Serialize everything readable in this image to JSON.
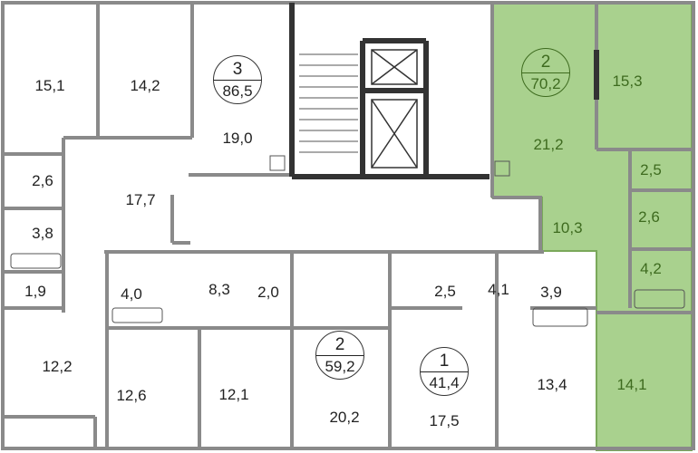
{
  "colors": {
    "selected_fill": "#a9d18e",
    "selected_text": "#3e6b1f",
    "wall": "#8a8a8a",
    "wall_dark": "#333333"
  },
  "apartments": [
    {
      "rooms": "3",
      "area": "86,5",
      "selected": false
    },
    {
      "rooms": "2",
      "area": "59,2",
      "selected": false
    },
    {
      "rooms": "1",
      "area": "41,4",
      "selected": false
    },
    {
      "rooms": "2",
      "area": "70,2",
      "selected": true
    }
  ],
  "room_areas": {
    "a3": [
      "15,1",
      "14,2",
      "19,0",
      "17,7",
      "2,6",
      "3,8",
      "1,9"
    ],
    "left": [
      "12,2"
    ],
    "a2_592": [
      "4,0",
      "8,3",
      "2,0",
      "12,6",
      "12,1",
      "20,2"
    ],
    "a1": [
      "2,5",
      "4,1",
      "17,5"
    ],
    "right": [
      "3,9",
      "13,4"
    ],
    "a2_702": [
      "21,2",
      "15,3",
      "2,5",
      "2,6",
      "10,3",
      "4,2",
      "14,1"
    ]
  }
}
